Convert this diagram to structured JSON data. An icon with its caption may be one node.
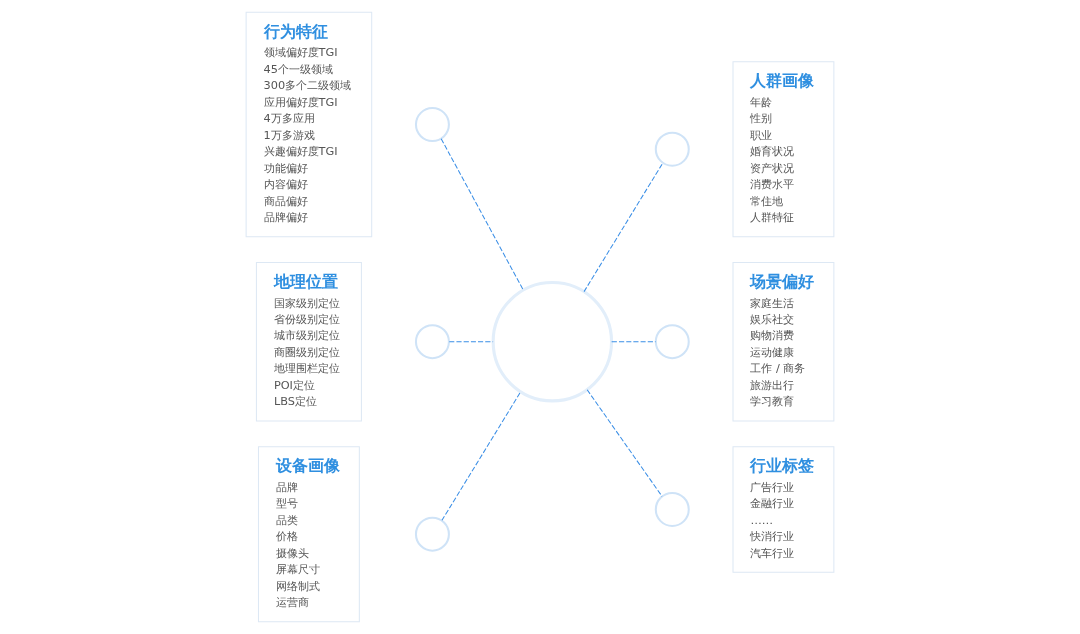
{
  "diagram": {
    "nodes": [
      {
        "text": [
          "行为特征",
          "领域偏好度TGI",
          "45个一级领域",
          "300多个二级领域",
          "应用偏好度TGI",
          "4万多应用",
          "1万多游戏",
          "兴趣偏好度TGI",
          "功能偏好",
          "内容偏好",
          "商品偏好",
          "品牌偏好"
        ]
      },
      {
        "text": [],
        "shape": "circle"
      },
      {
        "text": [
          "地理位置",
          "国家级别定位",
          "省份级别定位",
          "城市级别定位",
          "商圈级别定位",
          "地理围栏定位",
          "POI定位",
          "LBS定位"
        ]
      },
      {
        "text": [],
        "shape": "circle"
      },
      {
        "text": [
          "设备画像",
          "品牌",
          "型号",
          "品类",
          "价格",
          "摄像头",
          "屏幕尺寸",
          "网络制式",
          "运营商"
        ]
      },
      {
        "text": [],
        "shape": "circle"
      },
      {
        "text": [],
        "shape": "circle"
      },
      {
        "text": [
          "人群画像",
          "年龄",
          "性别",
          "职业",
          "婚育状况",
          "资产状况",
          "消费水平",
          "常住地",
          "人群特征"
        ]
      },
      {
        "text": [],
        "shape": "circle"
      },
      {
        "text": [
          "场景偏好",
          "家庭生活",
          "娱乐社交",
          "购物消费",
          "运动健康",
          "工作 / 商务",
          "旅游出行",
          "学习教育"
        ]
      },
      {
        "text": [],
        "shape": "circle"
      },
      {
        "text": [
          "行业标签",
          "广告行业",
          "金融行业",
          "……",
          "快消行业",
          "汽车行业"
        ]
      },
      {
        "text": [],
        "shape": "circle"
      }
    ],
    "edges": [
      {
        "from": 1,
        "to": 6,
        "arrow": "none",
        "style": "dashed"
      },
      {
        "from": 3,
        "to": 6,
        "arrow": "none",
        "style": "dashed"
      },
      {
        "from": 5,
        "to": 6,
        "arrow": "none",
        "style": "dashed"
      },
      {
        "from": 6,
        "to": 8,
        "arrow": "none",
        "style": "dashed"
      },
      {
        "from": 6,
        "to": 10,
        "arrow": "none",
        "style": "dashed"
      },
      {
        "from": 6,
        "to": 12,
        "arrow": "none",
        "style": "dashed"
      }
    ]
  }
}
